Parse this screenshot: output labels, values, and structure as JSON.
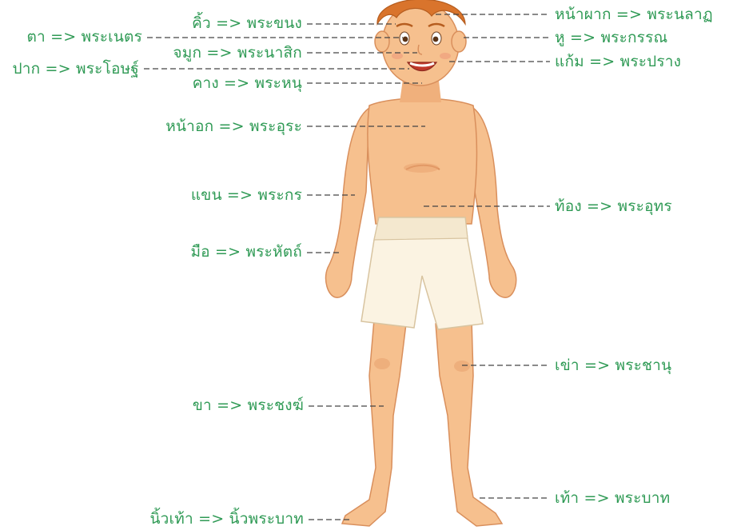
{
  "colors": {
    "label": "#2f9a55",
    "leader": "#444444",
    "skin": "#f6c08e",
    "skin_shadow": "#e9a36f",
    "hair": "#d9742c",
    "shorts": "#fbf3e2"
  },
  "labels": {
    "eyebrow": "คิ้ว => พระขนง",
    "forehead": "หน้าผาก => พระนลาฏ",
    "eye": "ตา => พระเนตร",
    "ear": "หู => พระกรรณ",
    "nose": "จมูก => พระนาสิก",
    "cheek": "แก้ม => พระปราง",
    "mouth": "ปาก => พระโอษฐ์",
    "chin": "คาง => พระหนุ",
    "chest": "หน้าอก => พระอุระ",
    "arm": "แขน => พระกร",
    "belly": "ท้อง => พระอุทร",
    "hand": "มือ => พระหัตถ์",
    "knee": "เข่า => พระชานุ",
    "leg": "ขา => พระชงฆ์",
    "foot": "เท้า => พระบาท",
    "toe": "นิ้วเท้า  => นิ้วพระบาท"
  }
}
